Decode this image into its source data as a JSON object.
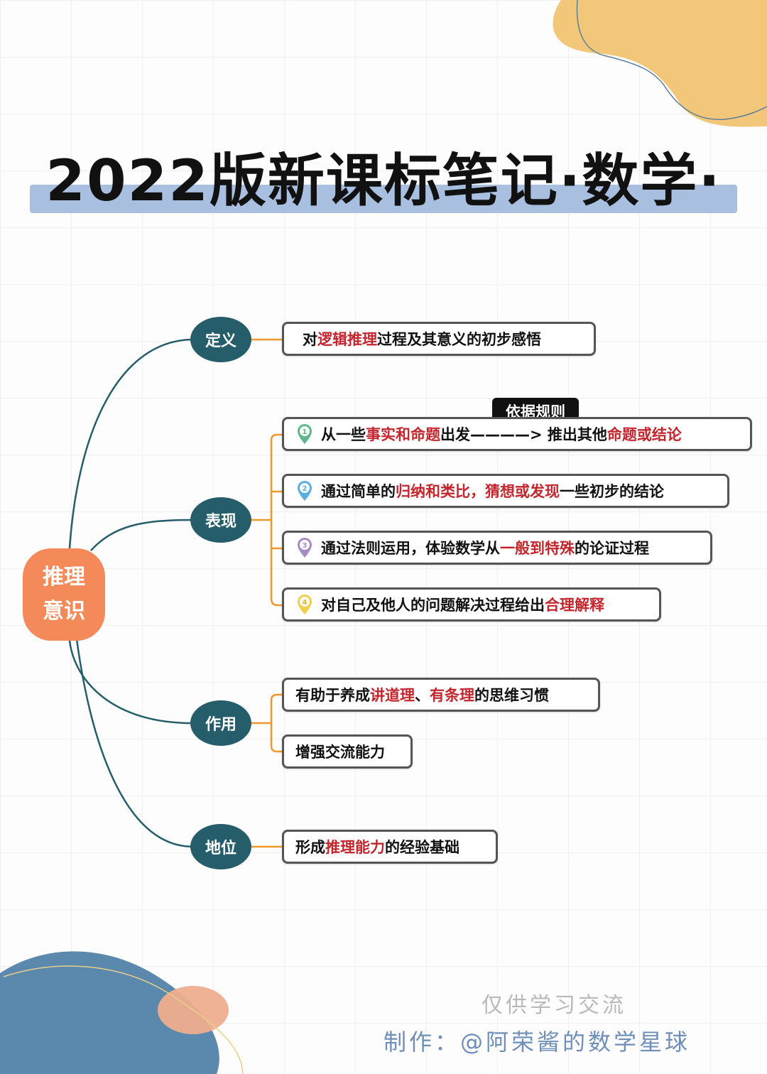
{
  "title": "2022版新课标笔记·数学·",
  "colors": {
    "root_node": "#f48959",
    "branch_node": "#255e6a",
    "main_connector": "#255e6a",
    "sub_connector": "#f0982a",
    "highlight_text": "#c4262e",
    "title_bar": "#a9bfe0",
    "deco_top_right": "#f3c77a",
    "deco_bottom_left_blue": "#5b88ad",
    "deco_bottom_left_peach": "#efae8e"
  },
  "mindmap": {
    "root": {
      "line1": "推理",
      "line2": "意识"
    },
    "branches": [
      {
        "label": "定义",
        "items": [
          {
            "segments": [
              {
                "text": "对",
                "hl": false
              },
              {
                "text": "逻辑推理",
                "hl": true
              },
              {
                "text": "过程及其意义的初步感悟",
                "hl": false
              }
            ]
          }
        ]
      },
      {
        "label": "表现",
        "annotation": "依据规则",
        "items": [
          {
            "marker": "1",
            "marker_color": "#5cb88a",
            "segments": [
              {
                "text": "从一些",
                "hl": false
              },
              {
                "text": "事实和命题",
                "hl": true
              },
              {
                "text": "出发————> 推出其他",
                "hl": false
              },
              {
                "text": "命题或结论",
                "hl": true
              }
            ]
          },
          {
            "marker": "2",
            "marker_color": "#5aaee0",
            "segments": [
              {
                "text": "通过简单的",
                "hl": false
              },
              {
                "text": "归纳和类比，猜想或发现",
                "hl": true
              },
              {
                "text": "一些初步的结论",
                "hl": false
              }
            ]
          },
          {
            "marker": "3",
            "marker_color": "#a98bc4",
            "segments": [
              {
                "text": "通过法则运用，体验数学从",
                "hl": false
              },
              {
                "text": "一般到特殊",
                "hl": true
              },
              {
                "text": "的论证过程",
                "hl": false
              }
            ]
          },
          {
            "marker": "4",
            "marker_color": "#f1cf4a",
            "segments": [
              {
                "text": "对自己及他人的问题解决过程给出",
                "hl": false
              },
              {
                "text": "合理解释",
                "hl": true
              }
            ]
          }
        ]
      },
      {
        "label": "作用",
        "items": [
          {
            "segments": [
              {
                "text": "有助于养成",
                "hl": false
              },
              {
                "text": "讲道理",
                "hl": true
              },
              {
                "text": "、",
                "hl": false
              },
              {
                "text": "有条理",
                "hl": true
              },
              {
                "text": "的思维习惯",
                "hl": false
              }
            ]
          },
          {
            "segments": [
              {
                "text": "增强交流能力",
                "hl": false
              }
            ]
          }
        ]
      },
      {
        "label": "地位",
        "items": [
          {
            "segments": [
              {
                "text": "形成",
                "hl": false
              },
              {
                "text": "推理能力",
                "hl": true
              },
              {
                "text": "的经验基础",
                "hl": false
              }
            ]
          }
        ]
      }
    ]
  },
  "footer": {
    "note": "仅供学习交流",
    "credit": "制作：@阿荣酱的数学星球"
  }
}
